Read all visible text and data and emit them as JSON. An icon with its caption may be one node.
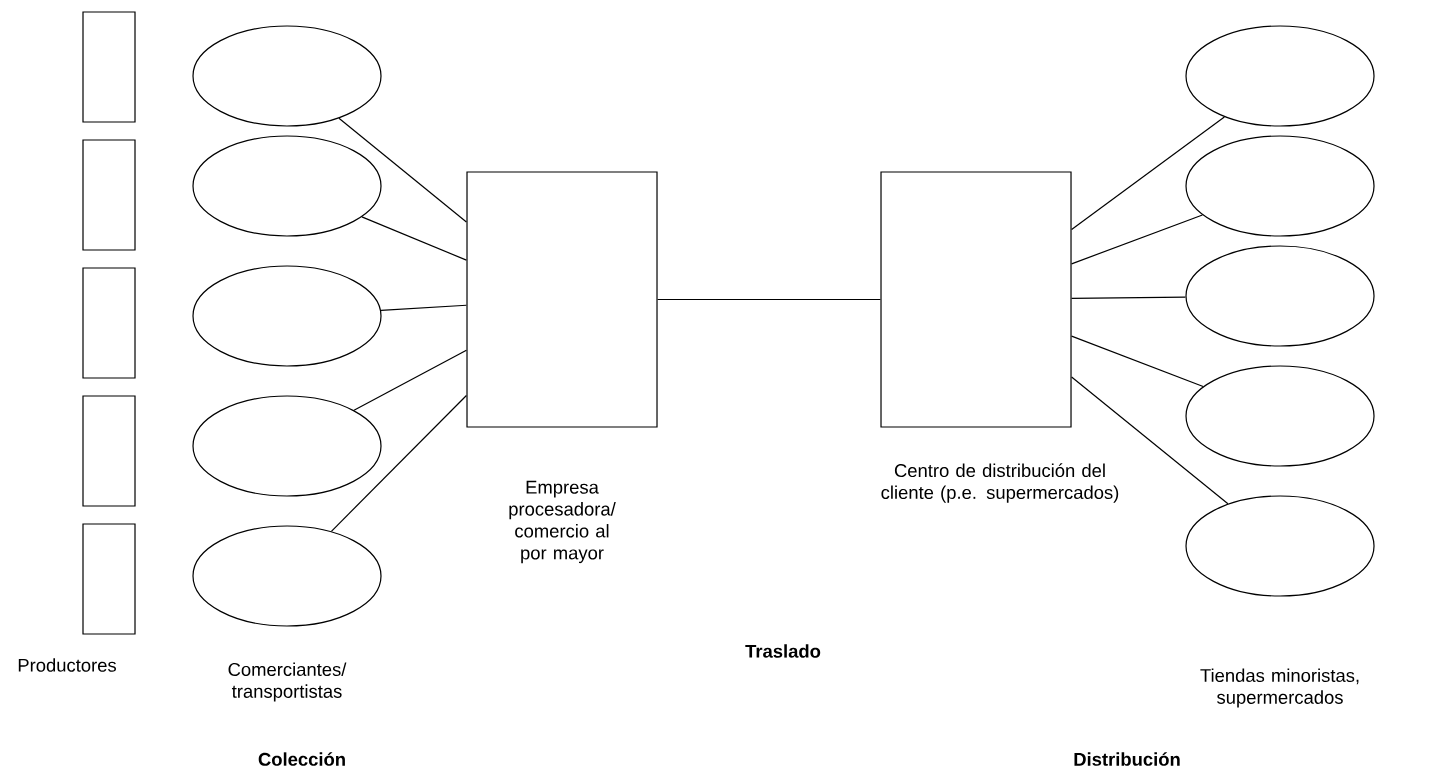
{
  "diagram": {
    "nodes": [
      {
        "text": [],
        "shape": "box"
      },
      {
        "text": [],
        "shape": "box"
      },
      {
        "text": [],
        "shape": "box"
      },
      {
        "text": [],
        "shape": "box"
      },
      {
        "text": [],
        "shape": "box"
      },
      {
        "text": [],
        "shape": "ellipse"
      },
      {
        "text": [],
        "shape": "ellipse"
      },
      {
        "text": [],
        "shape": "ellipse"
      },
      {
        "text": [],
        "shape": "ellipse"
      },
      {
        "text": [],
        "shape": "ellipse"
      },
      {
        "text": [],
        "shape": "box",
        "beside": [
          "Empresa procesadora/ comercio al por mayor"
        ]
      },
      {
        "text": [],
        "shape": "box",
        "beside": [
          "Centro de distribución del cliente (p.e. supermercados)"
        ]
      },
      {
        "text": [],
        "shape": "ellipse"
      },
      {
        "text": [],
        "shape": "ellipse"
      },
      {
        "text": [],
        "shape": "ellipse"
      },
      {
        "text": [],
        "shape": "ellipse"
      },
      {
        "text": [],
        "shape": "ellipse"
      }
    ],
    "edges": [
      {
        "from": 5,
        "to": 10,
        "arrow": "none"
      },
      {
        "from": 6,
        "to": 10,
        "arrow": "none"
      },
      {
        "from": 7,
        "to": 10,
        "arrow": "none"
      },
      {
        "from": 8,
        "to": 10,
        "arrow": "none"
      },
      {
        "from": 9,
        "to": 10,
        "arrow": "none"
      },
      {
        "from": 10,
        "to": 11,
        "arrow": "none"
      },
      {
        "from": 11,
        "to": 12,
        "arrow": "none"
      },
      {
        "from": 11,
        "to": 13,
        "arrow": "none"
      },
      {
        "from": 11,
        "to": 14,
        "arrow": "none"
      },
      {
        "from": 11,
        "to": 15,
        "arrow": "none"
      },
      {
        "from": 11,
        "to": 16,
        "arrow": "none"
      }
    ],
    "labels": [
      "Productores",
      "Comerciantes/ transportistas",
      "Traslado",
      "Tiendas minoristas, supermercados",
      "Colección",
      "Distribución"
    ]
  }
}
